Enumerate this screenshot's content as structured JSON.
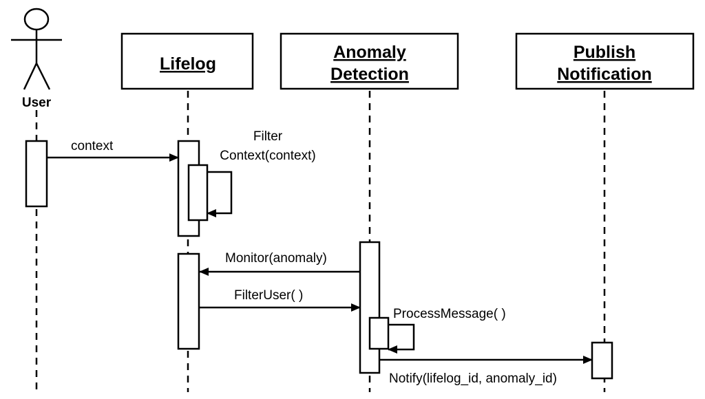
{
  "actor": {
    "label": "User"
  },
  "participants": {
    "lifelog": {
      "title": "Lifelog"
    },
    "anomaly": {
      "line1": "Anomaly",
      "line2": "Detection"
    },
    "publish": {
      "line1": "Publish",
      "line2": "Notification"
    }
  },
  "messages": {
    "context": "context",
    "filter_context_1": "Filter",
    "filter_context_2": "Context(context)",
    "monitor": "Monitor(anomaly)",
    "filter_user": "FilterUser( )",
    "process_message": "ProcessMessage( )",
    "notify": "Notify(lifelog_id, anomaly_id)"
  }
}
